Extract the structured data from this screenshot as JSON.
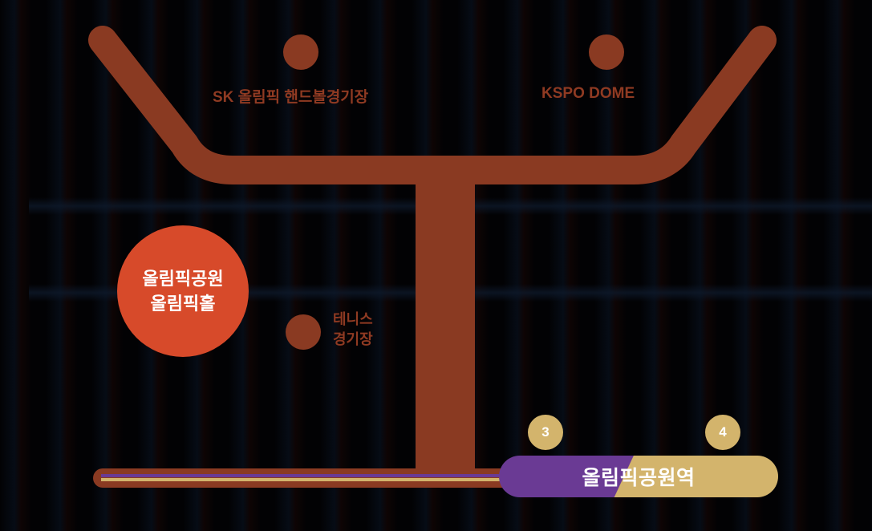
{
  "map": {
    "colors": {
      "background": "#020204",
      "path": "#8a3a22",
      "venue_highlight": "#d74a2a",
      "line3": "#6a3a94",
      "line4": "#d3b46c",
      "label": "#8f3a22"
    },
    "venues": [
      {
        "id": "sk-handball",
        "label": "SK 올림픽 핸드볼경기장"
      },
      {
        "id": "kspo-dome",
        "label": "KSPO DOME"
      },
      {
        "id": "tennis",
        "label_line1": "테니스",
        "label_line2": "경기장"
      }
    ],
    "highlight_venue": {
      "line1": "올림픽공원",
      "line2": "올림픽홀"
    },
    "station": {
      "name": "올림픽공원역",
      "exits": [
        {
          "number": "3"
        },
        {
          "number": "4"
        }
      ]
    }
  }
}
